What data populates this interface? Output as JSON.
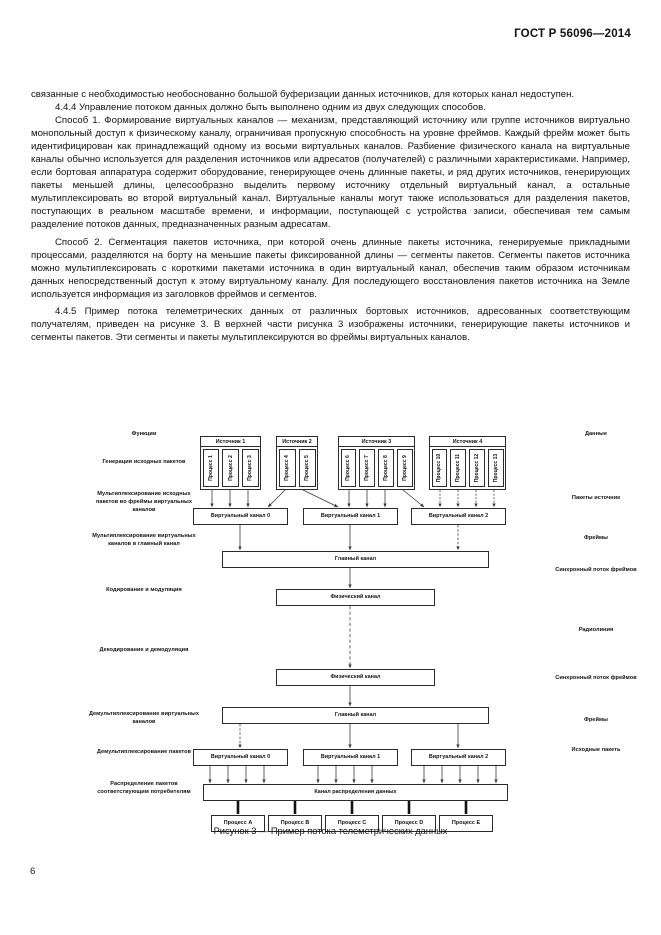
{
  "header": {
    "standard": "ГОСТ Р 56096—2014"
  },
  "page_number": "6",
  "body": {
    "paragraphs": [
      "связанные с необходимостью необоснованно большой буферизации данных источников, для которых канал недоступен.",
      "4.4.4 Управление потоком данных должно быть выполнено одним из двух следующих способов.",
      "Способ 1. Формирование виртуальных каналов — механизм, представляющий источнику или группе источников виртуально монопольный доступ к физическому каналу, ограничивая пропускную способность на уровне фреймов. Каждый фрейм может быть идентифицирован как принадлежащий одному из восьми виртуальных каналов. Разбиение физического канала на виртуальные каналы обычно используется для разделения источников или адресатов (получателей) с различными характеристиками. Например, если бортовая аппаратура содержит оборудование, генерирующее очень длинные пакеты, и ряд других источников, генерирующих пакеты меньшей длины, целесообразно выделить первому источнику отдельный виртуальный канал, а остальные мультиплексировать во второй виртуальный канал. Виртуальные каналы могут также использоваться для разделения пакетов, поступающих в реальном масштабе времени, и информации, поступающей с устройства записи, обеспечивая тем самым разделение потоков данных, предназначенных разным адресатам.",
      "Способ 2. Сегментация пакетов источника, при которой очень длинные пакеты источника, генерируемые прикладными процессами, разделяются на борту на меньшие пакеты фиксированной длины — сегменты пакетов. Сегменты пакетов источника можно мультиплексировать с короткими пакетами источника в один виртуальный канал, обеспечив таким образом источникам данных непосредственный доступ к этому виртуальному каналу. Для последующего восстановления пакетов источника на Земле используется информация из заголовков фреймов и сегментов.",
      "4.4.5 Пример потока телеметрических данных от различных бортовых источников, адресованных соответствующим получателям, приведен на рисунке 3. В верхней части рисунка 3 изображены источники, генерирующие пакеты источников и сегменты пакетов. Эти сегменты и пакеты мультиплексируются во фреймы виртуальных каналов."
    ]
  },
  "figure": {
    "caption": "Рисунок 3 — Пример потока телеметрических данных",
    "left_header": "Функции",
    "right_header": "Данные",
    "left_labels": [
      "Генерация исходных пакетов",
      "Мультиплексирование исходных пакетов во фреймы виртуальных каналов",
      "Мультиплексирование виртуальных каналов  в главный канал",
      "Кодирование и модуляция",
      "Декодирование и демодуляция",
      "Демультиплексирование виртуальных каналов",
      "Демультиплексирование пакетов",
      "Распределение пакетов соответствующим потребителям"
    ],
    "right_labels": [
      "Пакеты источник",
      "Фреймы",
      "Синхронный поток фреймов",
      "Радиолиния",
      "Синхронный поток фреймов",
      "Фреймы",
      "Исходные пакеть"
    ],
    "sources": [
      {
        "title": "Источник 1",
        "processes": [
          "Процесс 1",
          "Процесс 2",
          "Процесс 3"
        ]
      },
      {
        "title": "Источник 2",
        "processes": [
          "Процесс 4",
          "Процесс 5"
        ]
      },
      {
        "title": "Источник 3",
        "processes": [
          "Процесс 6",
          "Процесс 7",
          "Процесс 8",
          "Процесс 9"
        ]
      },
      {
        "title": "Источник 4",
        "processes": [
          "Процесс 10",
          "Процесс 11",
          "Процесс 12",
          "Процесс 13"
        ]
      }
    ],
    "virtual_channels_top": [
      "Виртуальный канал 0",
      "Виртуальный канал 1",
      "Виртуальный канал 2"
    ],
    "virtual_channels_bottom": [
      "Виртуальный канал 0",
      "Виртуальный канал 1",
      "Виртуальный канал 2"
    ],
    "main_channel_top": "Главный канал",
    "physical_channel_up": "Физический канал",
    "physical_channel_down": "Физический канал",
    "main_channel_bottom": "Главный канал",
    "data_distribution_channel": "Канал распределения данных",
    "consumer_processes": [
      "Процесс A",
      "Процесс B",
      "Процесс C",
      "Процесс D",
      "Процесс E"
    ]
  }
}
